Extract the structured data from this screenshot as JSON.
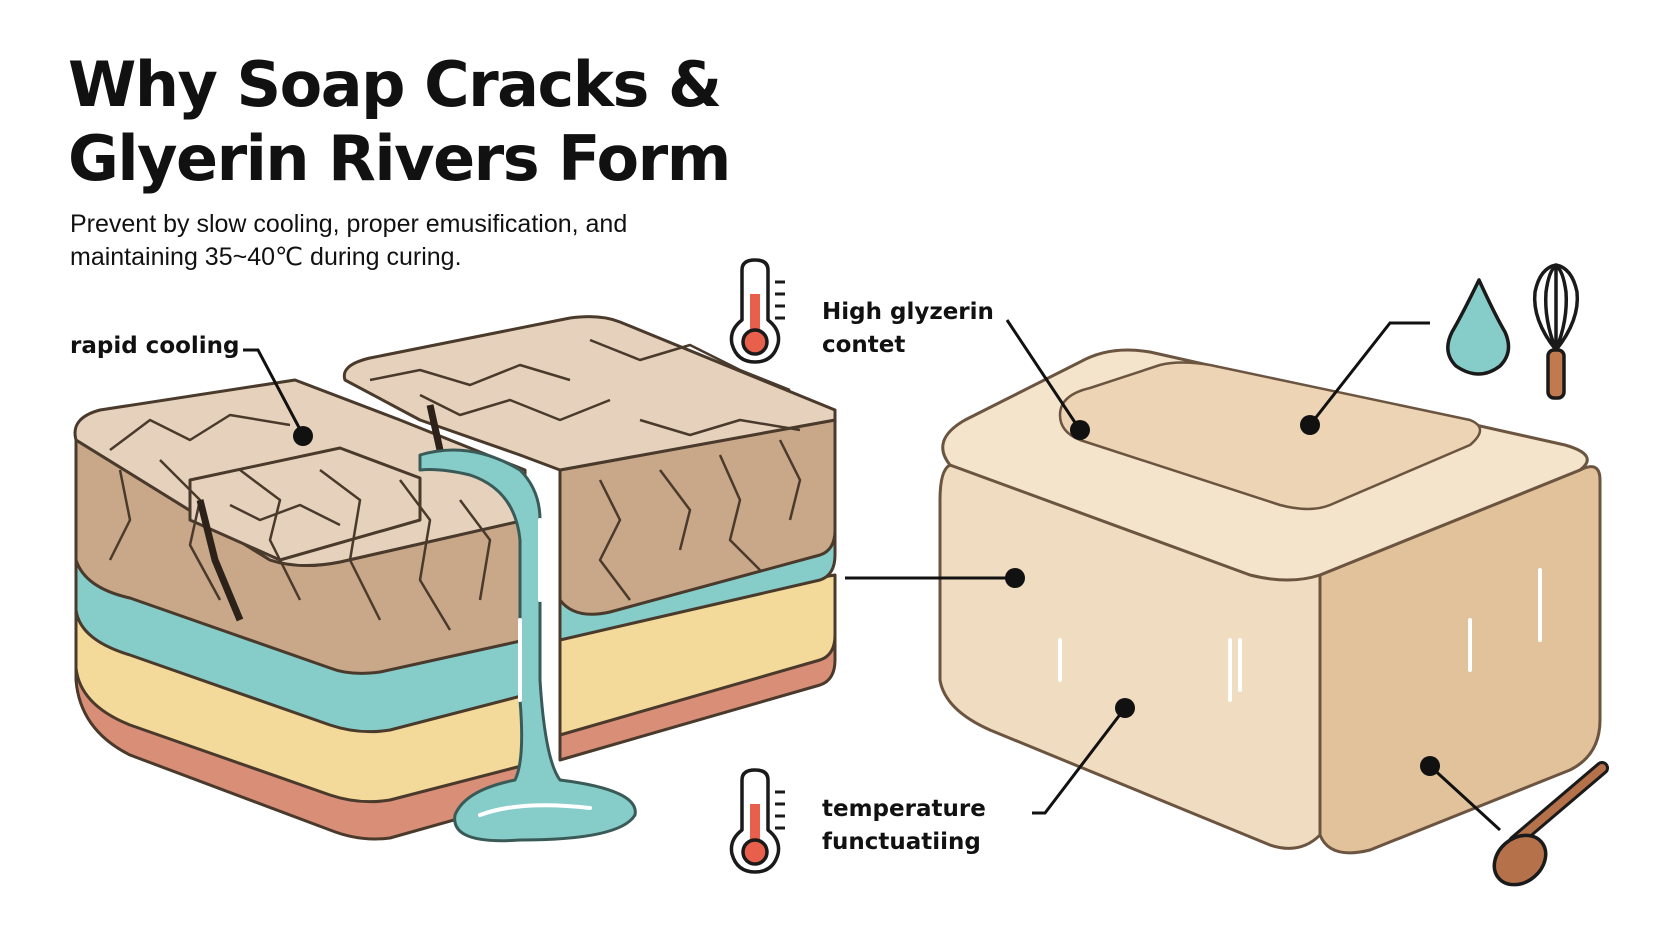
{
  "title": {
    "line1": "Why Soap Cracks &",
    "line2": "Glyerin Rivers Form"
  },
  "subtitle": {
    "line1": "Prevent by slow cooling, proper emusification, and",
    "line2": "maintaining 35~40℃ during curing."
  },
  "callouts": {
    "rapid_cooling": "rapid cooling",
    "high_glycerin_line1": "High glyzerin",
    "high_glycerin_line2": "contet",
    "temperature_line1": "temperature",
    "temperature_line2": "functuatiing"
  },
  "icons": {
    "thermometer": "thermometer-icon",
    "water_drop": "water-drop-icon",
    "whisk": "whisk-icon",
    "spoon": "wooden-spoon-icon"
  },
  "colors": {
    "ink": "#111111",
    "cracked_top": "#e6d2bc",
    "cracked_side": "#c9a88a",
    "glycerin_river": "#86cdca",
    "cream_layer": "#f3d99a",
    "pink_layer": "#d98e78",
    "smooth_soap": "#f0dcc0",
    "thermometer_red": "#e8604c"
  }
}
